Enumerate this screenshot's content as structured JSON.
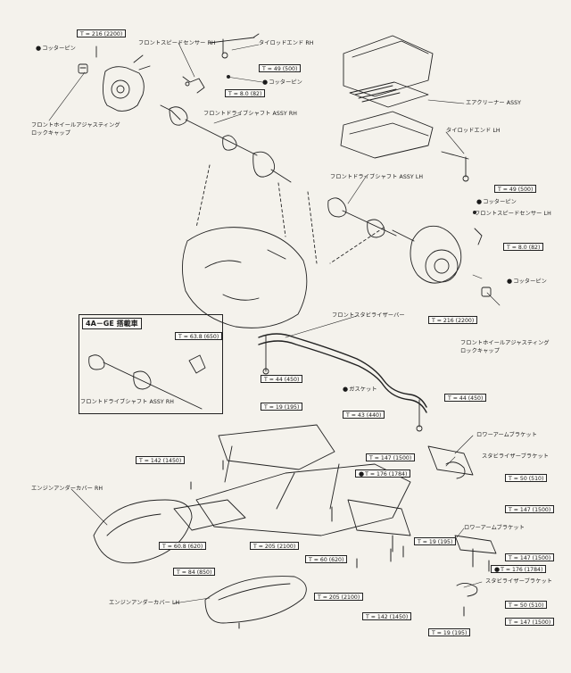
{
  "labels": {
    "cotter_pin_tl": "コッターピン",
    "front_speed_sensor_rh": "フロントスピードセンサー RH",
    "tie_rod_end_rh": "タイロッドエンド RH",
    "cotter_pin_r1": "コッターピン",
    "air_cleaner_assy": "エアクリーナー ASSY",
    "front_drive_shaft_assy_rh": "フロントドライブシャフト ASSY RH",
    "front_wheel_adj_lock_cap_l1": "フロントホイールアジャスティング",
    "front_wheel_adj_lock_cap_l2": "ロックキャップ",
    "tie_rod_end_lh": "タイロッドエンド LH",
    "front_drive_shaft_assy_lh": "フロントドライブシャフト ASSY LH",
    "cotter_pin_r2": "コッターピン",
    "front_speed_sensor_lh": "フロントスピードセンサー LH",
    "cotter_pin_r3": "コッターピン",
    "front_stabilizer_bar": "フロントスタビライザーバー",
    "front_wheel_adj_lock_cap_r1": "フロントホイールアジャスティング",
    "front_wheel_adj_lock_cap_r2": "ロックキャップ",
    "inset_title": "4A－GE 搭載車",
    "inset_drive_shaft": "フロントドライブシャフト ASSY RH",
    "gasket": "ガスケット",
    "lower_arm_bracket_1": "ロワーアームブラケット",
    "stabilizer_bracket_1": "スタビライザーブラケット",
    "engine_under_cover_rh": "エンジンアンダーカバー RH",
    "lower_arm_bracket_2": "ロワーアームブラケット",
    "stabilizer_bracket_2": "スタビライザーブラケット",
    "engine_under_cover_lh": "エンジンアンダーカバー LH"
  },
  "torques": {
    "t1": "T = 216 (2200)",
    "t2": "T = 49 (500)",
    "t3": "T = 8.0 (82)",
    "t4": "T = 49 (500)",
    "t5": "T = 8.0 (82)",
    "t6": "T = 216 (2200)",
    "t7": "T = 63.8 (650)",
    "t8": "T = 44 (450)",
    "t9": "T = 19 (195)",
    "t10": "T = 43 (440)",
    "t11": "T = 44 (450)",
    "t12": "T = 147 (1500)",
    "t13": "T = 142 (1450)",
    "t14": "T = 176 (1784)",
    "t15": "T = 50 (510)",
    "t16": "T = 147 (1500)",
    "t17": "T = 60.8 (620)",
    "t18": "T = 205 (2100)",
    "t19": "T = 60 (620)",
    "t20": "T = 19 (195)",
    "t21": "T = 84 (850)",
    "t22": "T = 147 (1500)",
    "t23": "T = 176 (1784)",
    "t24": "T = 50 (510)",
    "t25": "T = 147 (1500)",
    "t26": "T = 205 (2100)",
    "t27": "T = 142 (1450)",
    "t28": "T = 19 (195)"
  }
}
